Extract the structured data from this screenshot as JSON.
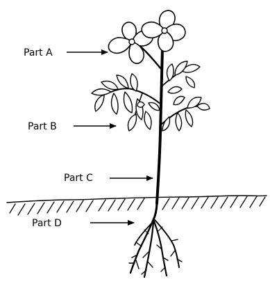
{
  "labels": {
    "part_a": "Part A",
    "part_b": "Part B",
    "part_c": "Part C",
    "part_d": "Part D"
  },
  "colors": {
    "ink": "#000000",
    "background": "#ffffff"
  }
}
